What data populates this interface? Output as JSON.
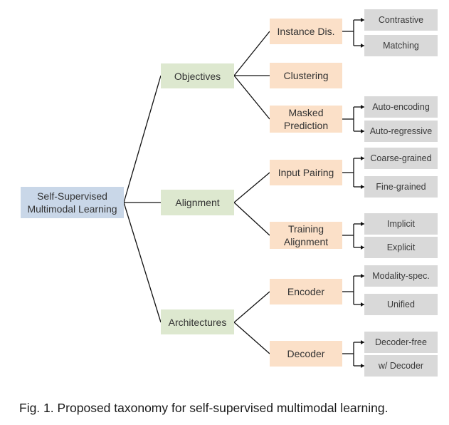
{
  "taxonomy": {
    "root": {
      "label_line1": "Self-Supervised",
      "label_line2": "Multimodal Learning"
    },
    "objectives": {
      "label": "Objectives",
      "instance": {
        "label": "Instance Dis.",
        "leaves": [
          "Contrastive",
          "Matching"
        ]
      },
      "clustering": {
        "label": "Clustering"
      },
      "masked": {
        "label_line1": "Masked",
        "label_line2": "Prediction",
        "leaves": [
          "Auto-encoding",
          "Auto-regressive"
        ]
      }
    },
    "alignment": {
      "label": "Alignment",
      "input_pairing": {
        "label": "Input Pairing",
        "leaves": [
          "Coarse-grained",
          "Fine-grained"
        ]
      },
      "training": {
        "label_line1": "Training",
        "label_line2": "Alignment",
        "leaves": [
          "Implicit",
          "Explicit"
        ]
      }
    },
    "architectures": {
      "label": "Architectures",
      "encoder": {
        "label": "Encoder",
        "leaves": [
          "Modality-spec.",
          "Unified"
        ]
      },
      "decoder": {
        "label": "Decoder",
        "leaves": [
          "Decoder-free",
          "w/ Decoder"
        ]
      }
    }
  },
  "caption": "Fig. 1. Proposed taxonomy for self-supervised multimodal learning.",
  "colors": {
    "root_fill": "#c9d7e8",
    "level1_fill": "#dde8cf",
    "level2_fill": "#fbe0c8",
    "leaf_fill": "#d9d9d9",
    "line": "#111111"
  }
}
